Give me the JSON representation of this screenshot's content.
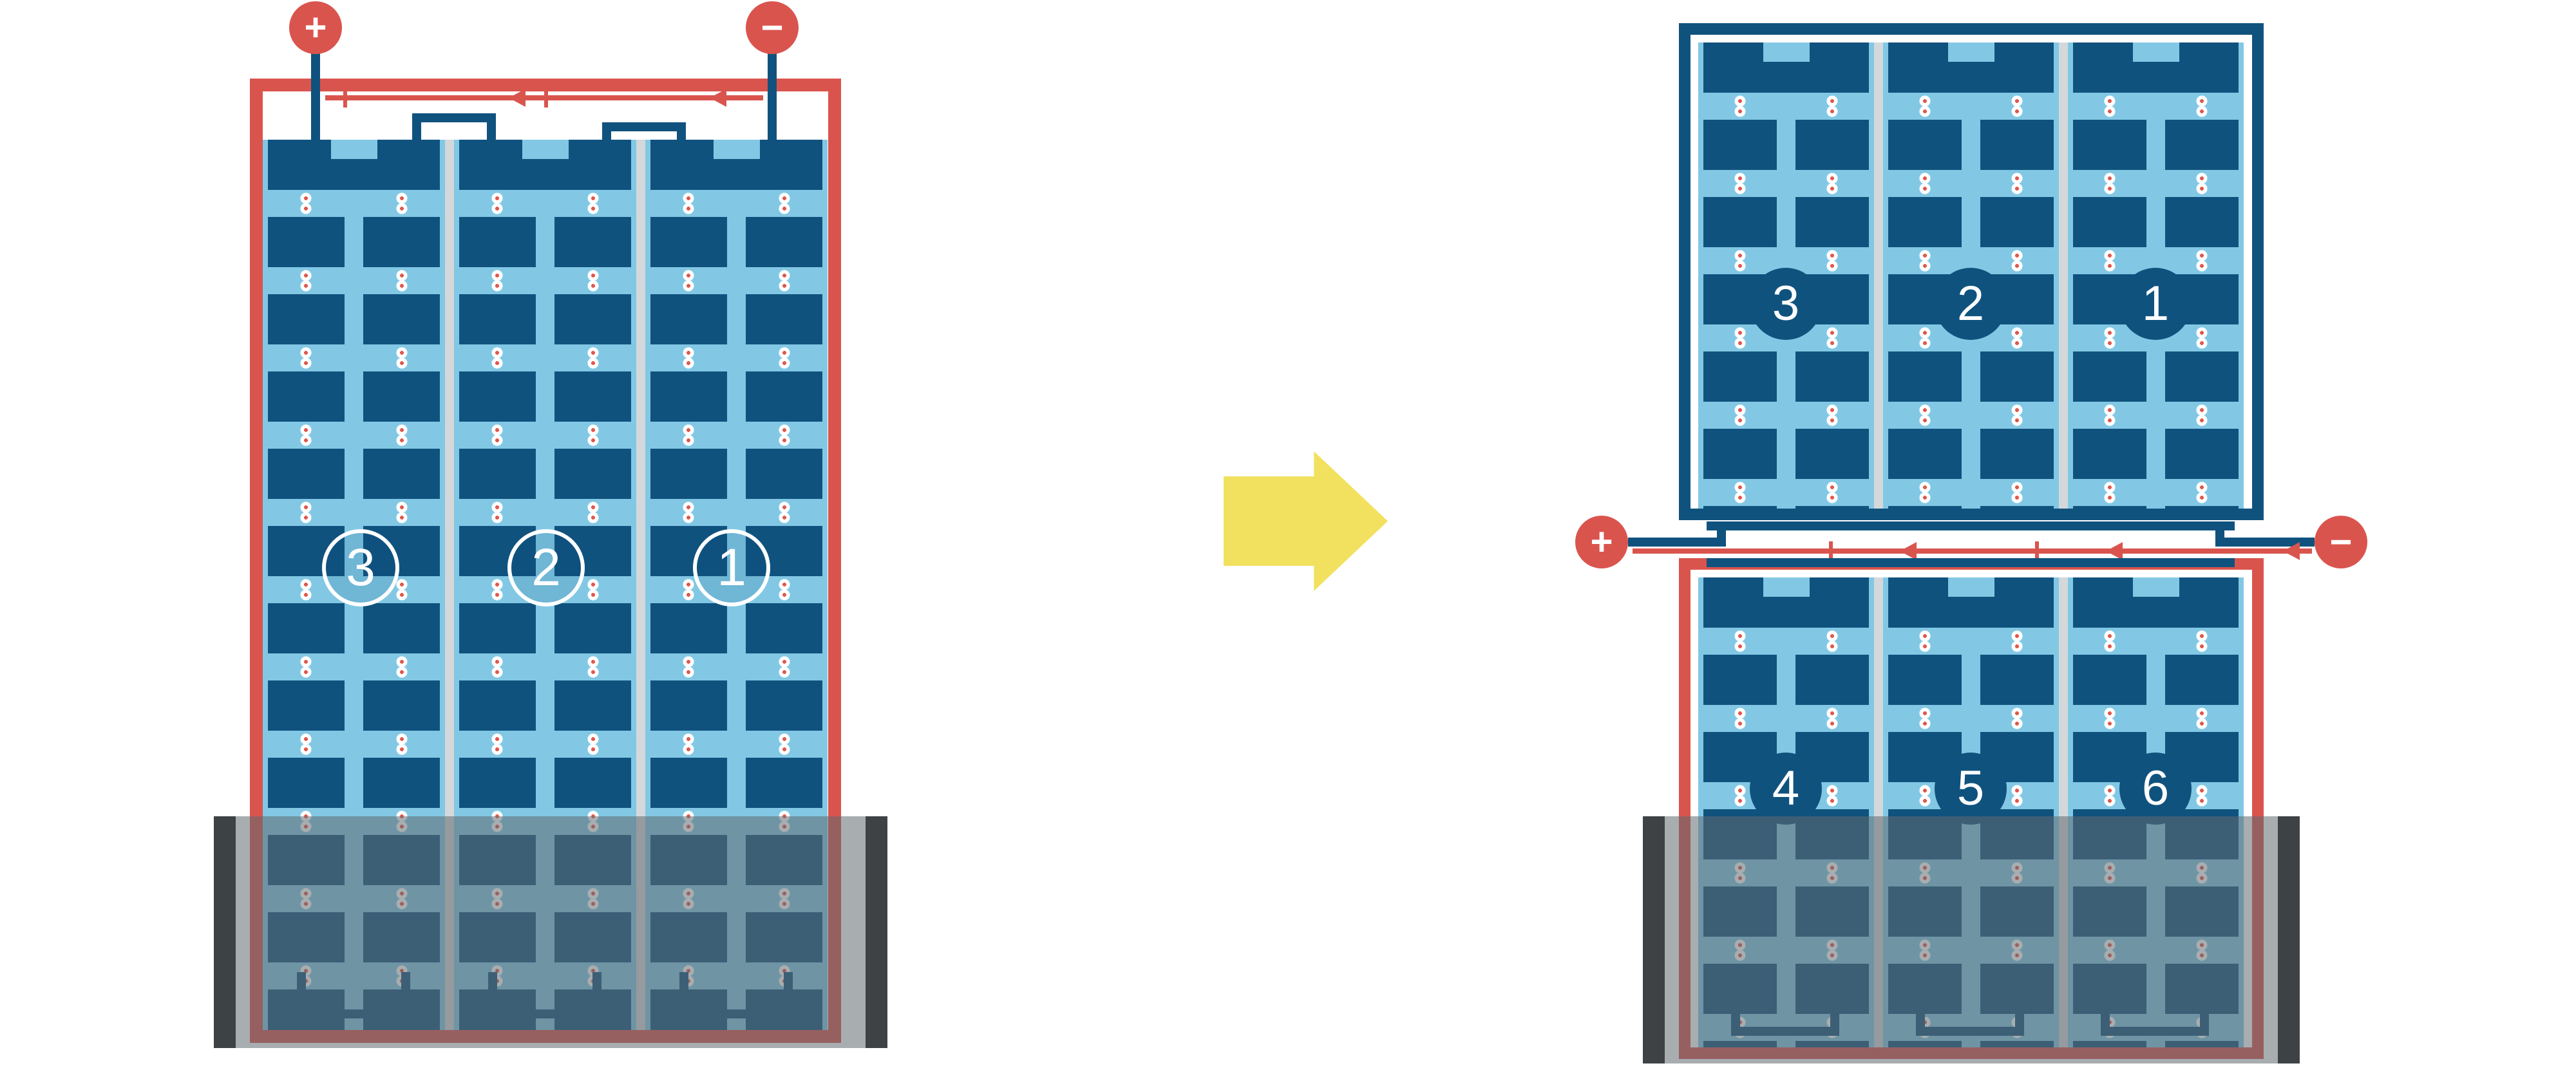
{
  "colors": {
    "red": "#DA544E",
    "navy": "#10527E",
    "light_blue": "#82C8E4",
    "separator_gray": "#D4D8DA",
    "yellow_arrow": "#F2E15F",
    "water_overlay": "rgba(96,106,112,0.55)",
    "rack_bar_dark": "#3E4245",
    "white": "#FFFFFF"
  },
  "left_assembly": {
    "positive_label": "+",
    "negative_label": "−",
    "module_labels": [
      "3",
      "2",
      "1"
    ]
  },
  "right_assembly": {
    "positive_label": "+",
    "negative_label": "−",
    "top_module_labels": [
      "3",
      "2",
      "1"
    ],
    "bottom_module_labels": [
      "4",
      "5",
      "6"
    ]
  }
}
